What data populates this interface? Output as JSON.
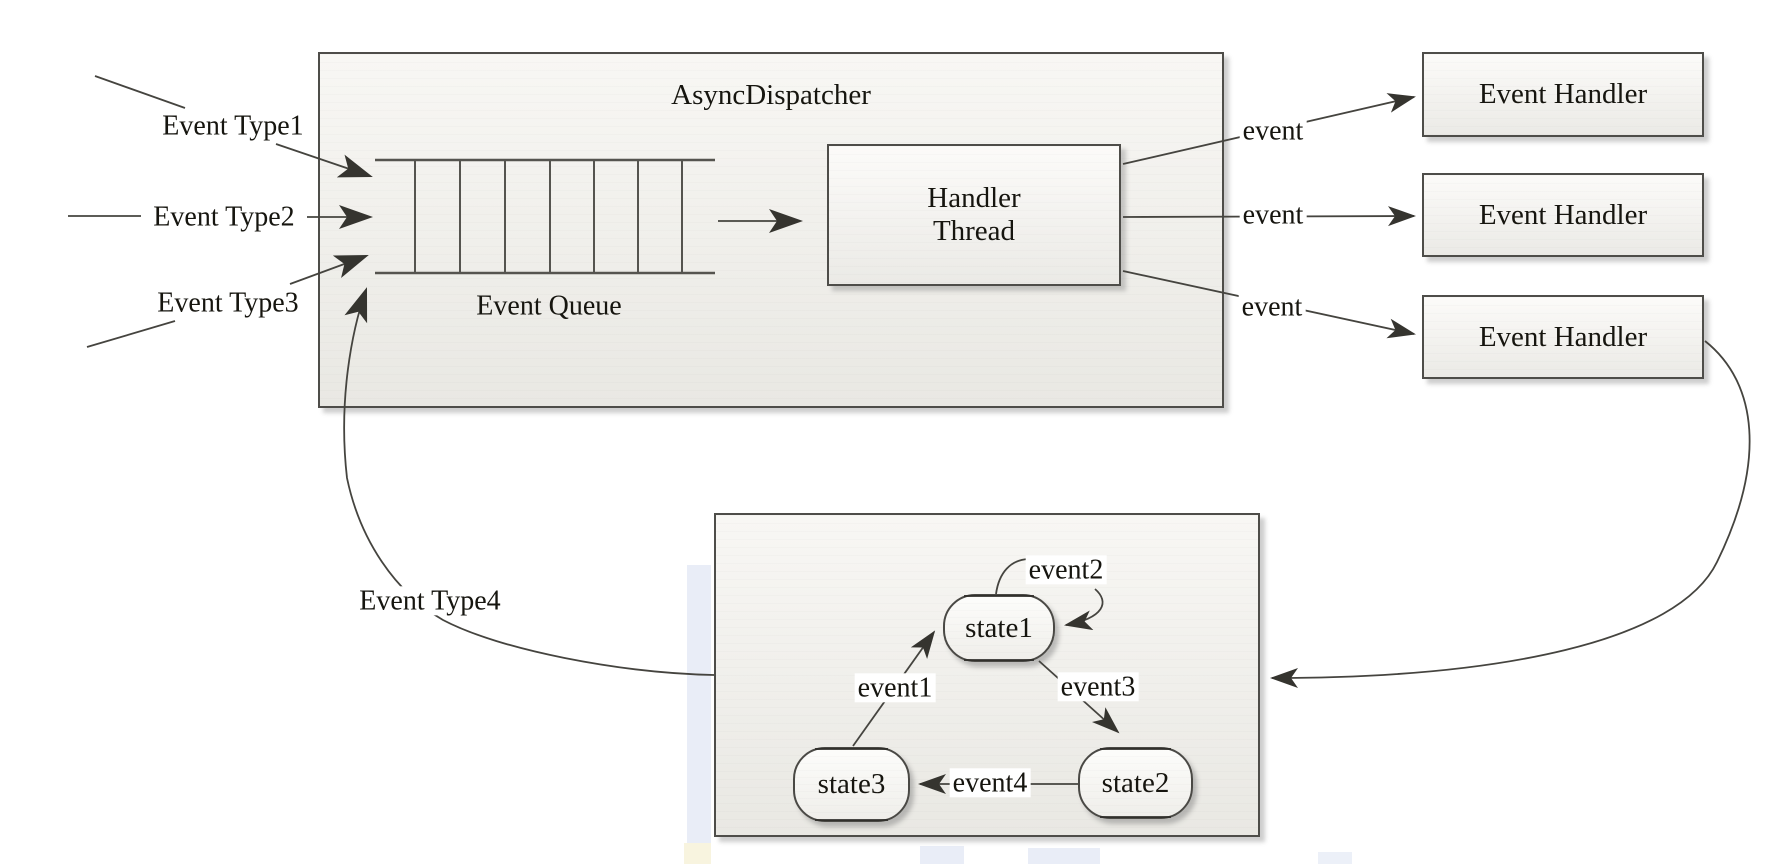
{
  "dispatcher": {
    "title": "AsyncDispatcher",
    "queue": {
      "label": "Event Queue",
      "slots": 7
    },
    "handler_thread": {
      "line1": "Handler",
      "line2": "Thread"
    }
  },
  "event_types": [
    {
      "label": "Event Type1"
    },
    {
      "label": "Event Type2"
    },
    {
      "label": "Event Type3"
    },
    {
      "label": "Event Type4"
    }
  ],
  "event_handlers": [
    {
      "label": "Event Handler",
      "edge_label": "event"
    },
    {
      "label": "Event Handler",
      "edge_label": "event"
    },
    {
      "label": "Event Handler",
      "edge_label": "event"
    }
  ],
  "state_machine": {
    "states": [
      {
        "label": "state1"
      },
      {
        "label": "state2"
      },
      {
        "label": "state3"
      }
    ],
    "transitions": [
      {
        "label": "event1",
        "from": "state3",
        "to": "state1"
      },
      {
        "label": "event2",
        "from": "state1",
        "to": "state1"
      },
      {
        "label": "event3",
        "from": "state1",
        "to": "state2"
      },
      {
        "label": "event4",
        "from": "state2",
        "to": "state3"
      }
    ]
  },
  "colors": {
    "line": "#45443f",
    "arrow": "#35342f",
    "box_border": "#4e4d49",
    "box_fill_top": "#f8f7f4",
    "box_fill_bottom": "#e9e8e3",
    "watermark_blue": "#dfe6f4",
    "watermark_yellow": "#f6f1d7"
  }
}
